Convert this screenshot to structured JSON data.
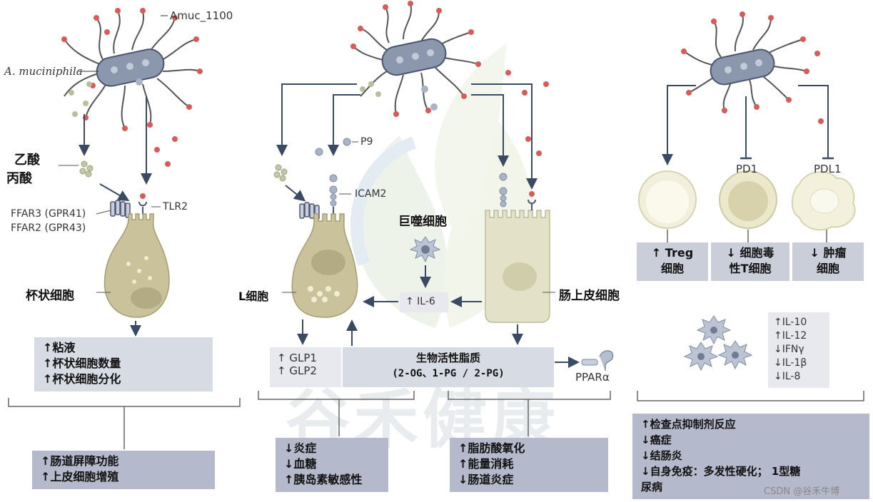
{
  "watermark": "谷禾健康",
  "credit": "CSDN @谷禾牛博",
  "left": {
    "bacterium": "A. muciniphila",
    "protein": "Amuc_1100",
    "scfa_1": "乙酸",
    "scfa_2": "丙酸",
    "receptor_1": "FFAR3 (GPR41)",
    "receptor_2": "FFAR2 (GPR43)",
    "tlr": "TLR2",
    "cell": "杯状细胞",
    "effects": [
      "↑粘液",
      "↑杯状细胞数量",
      "↑杯状细胞分化"
    ],
    "outcomes": [
      "↑肠道屏障功能",
      "↑上皮细胞增殖"
    ]
  },
  "middle": {
    "p9": "P9",
    "icam2": "ICAM2",
    "macrophage": "巨噬细胞",
    "il6": "↑ IL-6",
    "l_cell": "L细胞",
    "epithelial": "肠上皮细胞",
    "glp": [
      "↑ GLP1",
      "↑ GLP2"
    ],
    "lipids_title": "生物活性脂质",
    "lipids_sub": "(2-OG、1-PG / 2-PG)",
    "ppar": "PPARα",
    "outcome_1": [
      "↓炎症",
      "↓血糖",
      "↑胰岛素敏感性"
    ],
    "outcome_2": [
      "↑脂肪酸氧化",
      "↑能量消耗",
      "↓肠道炎症"
    ]
  },
  "right": {
    "pd1": "PD1",
    "pdl1": "PDL1",
    "cells": [
      {
        "line1": "↑ Treg",
        "line2": "细胞"
      },
      {
        "line1": "↓ 细胞毒",
        "line2": "性T细胞"
      },
      {
        "line1": "↓ 肿瘤",
        "line2": "细胞"
      }
    ],
    "cytokines": [
      "↑IL-10",
      "↑IL-12",
      "↓IFNγ",
      "↓IL-1β",
      "↓IL-8"
    ],
    "outcomes": [
      "↑检查点抑制剂反应",
      "↓癌症",
      "↓结肠炎",
      "↓自身免疫：多发性硬化；  1型糖",
      "尿病"
    ]
  },
  "colors": {
    "arrow": "#3b4a63",
    "bacteria": "#7f8ea6",
    "red_dot": "#d65c5c",
    "goblet_cell": "#c9c29a",
    "epithelial_cell": "#e3e2c9",
    "box_light": "#d7dbe3",
    "box_dark": "#b4bacb"
  }
}
